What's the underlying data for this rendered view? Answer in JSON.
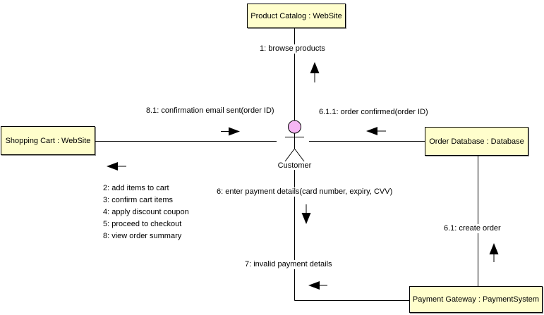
{
  "nodes": {
    "product_catalog": {
      "label": "Product Catalog : WebSite"
    },
    "shopping_cart": {
      "label": "Shopping Cart : WebSite"
    },
    "order_database": {
      "label": "Order Database : Database"
    },
    "payment_gateway": {
      "label": "Payment Gateway : PaymentSystem"
    }
  },
  "actor": {
    "label": "Customer"
  },
  "messages": {
    "browse_products": "1: browse products",
    "confirmation_email": "8.1: confirmation email sent(order ID)",
    "order_confirmed": "6.1.1: order confirmed(order ID)",
    "cart_sequence": [
      "2: add items to cart",
      "3: confirm cart items",
      "4: apply discount coupon",
      "5: proceed to checkout",
      "8: view order summary"
    ],
    "enter_payment": "6: enter payment details(card number, expiry, CVV)",
    "invalid_payment": "7: invalid payment details",
    "create_order": "6.1: create order"
  },
  "colors": {
    "background": "#FFFFFF",
    "node_fill": "#FFFECC",
    "node_border": "#000000",
    "line": "#000000",
    "arrow": "#000000",
    "actor_head": "#F6B6F4"
  }
}
